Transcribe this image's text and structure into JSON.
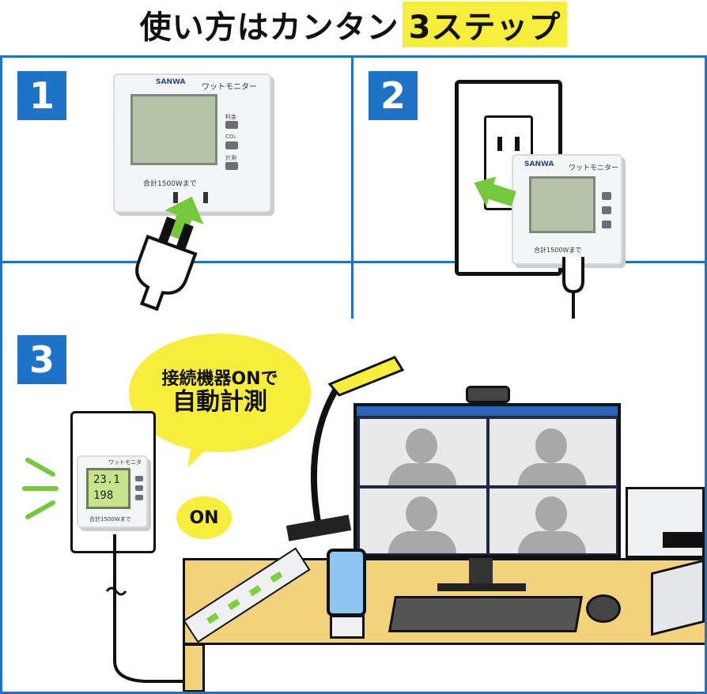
{
  "header": {
    "title_main": "使い方はカンタン",
    "title_highlight": "3ステップ"
  },
  "steps": [
    {
      "number": "1"
    },
    {
      "number": "2"
    },
    {
      "number": "3"
    }
  ],
  "device": {
    "brand": "SANWA",
    "name": "ワットモニター",
    "note": "合計1500Wまで",
    "buttons": [
      "料金",
      "CO₂",
      "計測"
    ],
    "display_top": "23.1",
    "display_bottom": "198"
  },
  "step3": {
    "bubble_main_line1": "接続機器ONで",
    "bubble_main_line2": "自動計測",
    "bubble_on": "ON"
  },
  "colors": {
    "accent": "#1e73c8",
    "highlight": "#f6ee3a",
    "arrow": "#74c93a",
    "desk": "#f2d27a"
  }
}
